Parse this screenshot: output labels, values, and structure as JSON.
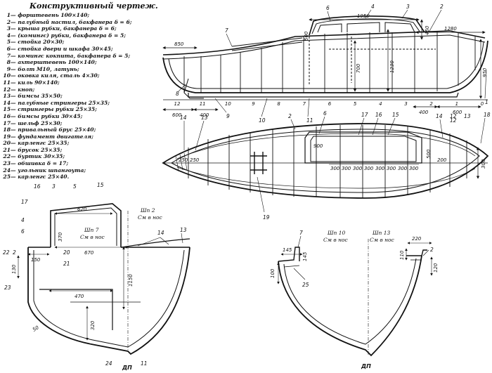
{
  "legend": {
    "title": "Конструктивный чертеж.",
    "items": [
      {
        "n": "1",
        "text": "— форштевень 100×140;"
      },
      {
        "n": "2",
        "text": "— палубный настил, бакфанера δ = 6;"
      },
      {
        "n": "3",
        "text": "— крыша рубки, бакфанера δ = 6;"
      },
      {
        "n": "4",
        "text": "— (комингс) рубки, бакфанера δ = 5;"
      },
      {
        "n": "5",
        "text": "— стойка 20×30;"
      },
      {
        "n": "6",
        "text": "— стойка двери и шкафа 30×45;"
      },
      {
        "n": "7",
        "text": "— комингс кокпита, бакфанера δ = 5;"
      },
      {
        "n": "8",
        "text": "— ахтерштевень 100×140;"
      },
      {
        "n": "9",
        "text": "— болт М10, латунь;"
      },
      {
        "n": "10",
        "text": "— оковка киля, сталь 4×30;"
      },
      {
        "n": "11",
        "text": "— киль 90×140;"
      },
      {
        "n": "12",
        "text": "— кноп;"
      },
      {
        "n": "13",
        "text": "— бимсы 35×50;"
      },
      {
        "n": "14",
        "text": "— палубные стрингеры 25×35;"
      },
      {
        "n": "15",
        "text": "— стрингеры рубки 25×35;"
      },
      {
        "n": "16",
        "text": "— бимсы рубки 30×45;"
      },
      {
        "n": "17",
        "text": "— шельф 25×30;"
      },
      {
        "n": "18",
        "text": "— привальный брус 25×40;"
      },
      {
        "n": "19",
        "text": "— фундамент двигателя;"
      },
      {
        "n": "20",
        "text": "— карленгс 25×35;"
      },
      {
        "n": "21",
        "text": "— брусок 25×35;"
      },
      {
        "n": "22",
        "text": "— буртик 30×35;"
      },
      {
        "n": "23",
        "text": "— обшивка δ = 17;"
      },
      {
        "n": "24",
        "text": "— угольник шпангоута;"
      },
      {
        "n": "25",
        "text": "— карленгс 25×40."
      }
    ]
  },
  "profile": {
    "dims": {
      "d850": "850",
      "d1950": "1950",
      "d1280": "1280",
      "d500": "500",
      "d450": "450",
      "d700": "700",
      "d1230": "1230",
      "d950": "950",
      "d600a": "600",
      "d400a": "400",
      "d400b": "400",
      "d600b": "600"
    },
    "callouts": {
      "c7": "7",
      "c6": "6",
      "c4": "4",
      "c3": "3",
      "c2": "2",
      "c8": "8",
      "c9": "9",
      "c10": "10",
      "c11": "11",
      "c1": "1",
      "c12": "12"
    },
    "frames": [
      "12",
      "11",
      "10",
      "9",
      "8",
      "7",
      "6",
      "5",
      "4",
      "3",
      "2",
      "1",
      "0"
    ]
  },
  "plan": {
    "dims": {
      "d300": "300",
      "d900": "900",
      "d250": "250",
      "d250b": "250",
      "d200": "200",
      "d500": "500"
    },
    "spacings": [
      "300",
      "300",
      "300",
      "300",
      "300",
      "300",
      "300",
      "300"
    ],
    "callouts": {
      "c2": "2",
      "c6": "6",
      "c17": "17",
      "c16": "16",
      "c15": "15",
      "c14": "14",
      "c12": "12",
      "c13": "13",
      "c18": "18",
      "c14b": "14",
      "c13b": "13",
      "c19": "19"
    }
  },
  "section1": {
    "cap7": "Шп 7",
    "cap7b": "См в нос",
    "cap2": "Шп 2",
    "cap2b": "См в нос",
    "dims": {
      "d620": "620",
      "d370": "370",
      "d670": "670",
      "d150": "150",
      "d130": "130",
      "d470": "470",
      "d1150": "1150",
      "d320": "320",
      "d50": "50"
    },
    "callouts": {
      "c16": "16",
      "c3": "3",
      "c5": "5",
      "c15": "15",
      "c17": "17",
      "c4": "4",
      "c6": "6",
      "c20": "20",
      "c21": "21",
      "c22": "22",
      "c2": "2",
      "c23": "23",
      "c14": "14",
      "c13": "13",
      "c24": "24",
      "c11": "11"
    },
    "dp": "ДП"
  },
  "section2": {
    "cap10": "Шп 10",
    "cap10b": "См в нос",
    "cap13": "Шп 13",
    "cap13b": "См в нос",
    "dims": {
      "d145a": "145",
      "d145b": "145",
      "d100": "100",
      "d220": "220",
      "d110": "110",
      "d120": "120"
    },
    "callouts": {
      "c7": "7",
      "c25": "25",
      "c2": "2"
    },
    "dp": "ДП"
  }
}
